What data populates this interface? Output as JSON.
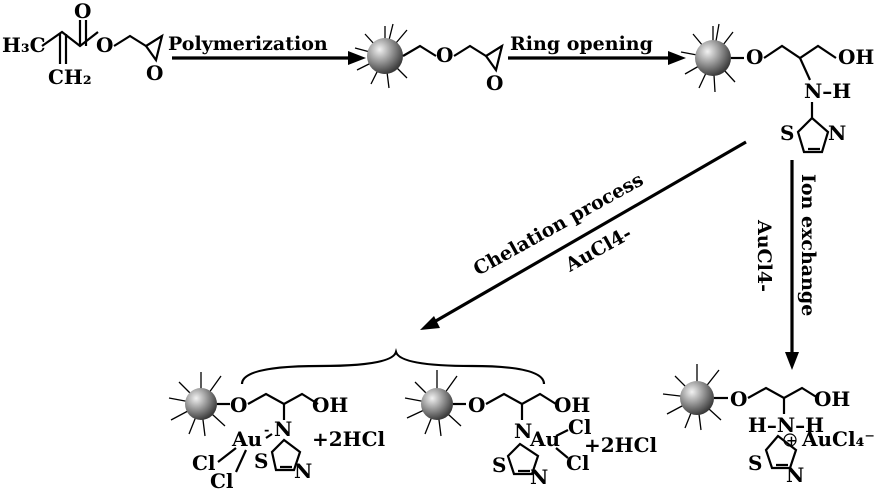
{
  "labels": {
    "polymerization": "Polymerization",
    "ring_opening": "Ring opening",
    "chelation": "Chelation process",
    "ion_exchange": "Ion exchange",
    "aucl4_chelation": "AuCl4-",
    "aucl4_ion": "AuCl4-"
  },
  "atoms": {
    "h3c": "H₃C",
    "ch2": "CH₂",
    "o": "O",
    "oh": "OH",
    "nh": "N–H",
    "n": "N",
    "s": "S",
    "au": "Au",
    "cl": "Cl",
    "plus2hcl": "+2HCl",
    "hnh": "H–N–H",
    "aucl4": "AuCl₄⁻"
  },
  "colors": {
    "bead_light": "#f2f2f2",
    "bead_dark": "#3a3a3a"
  }
}
